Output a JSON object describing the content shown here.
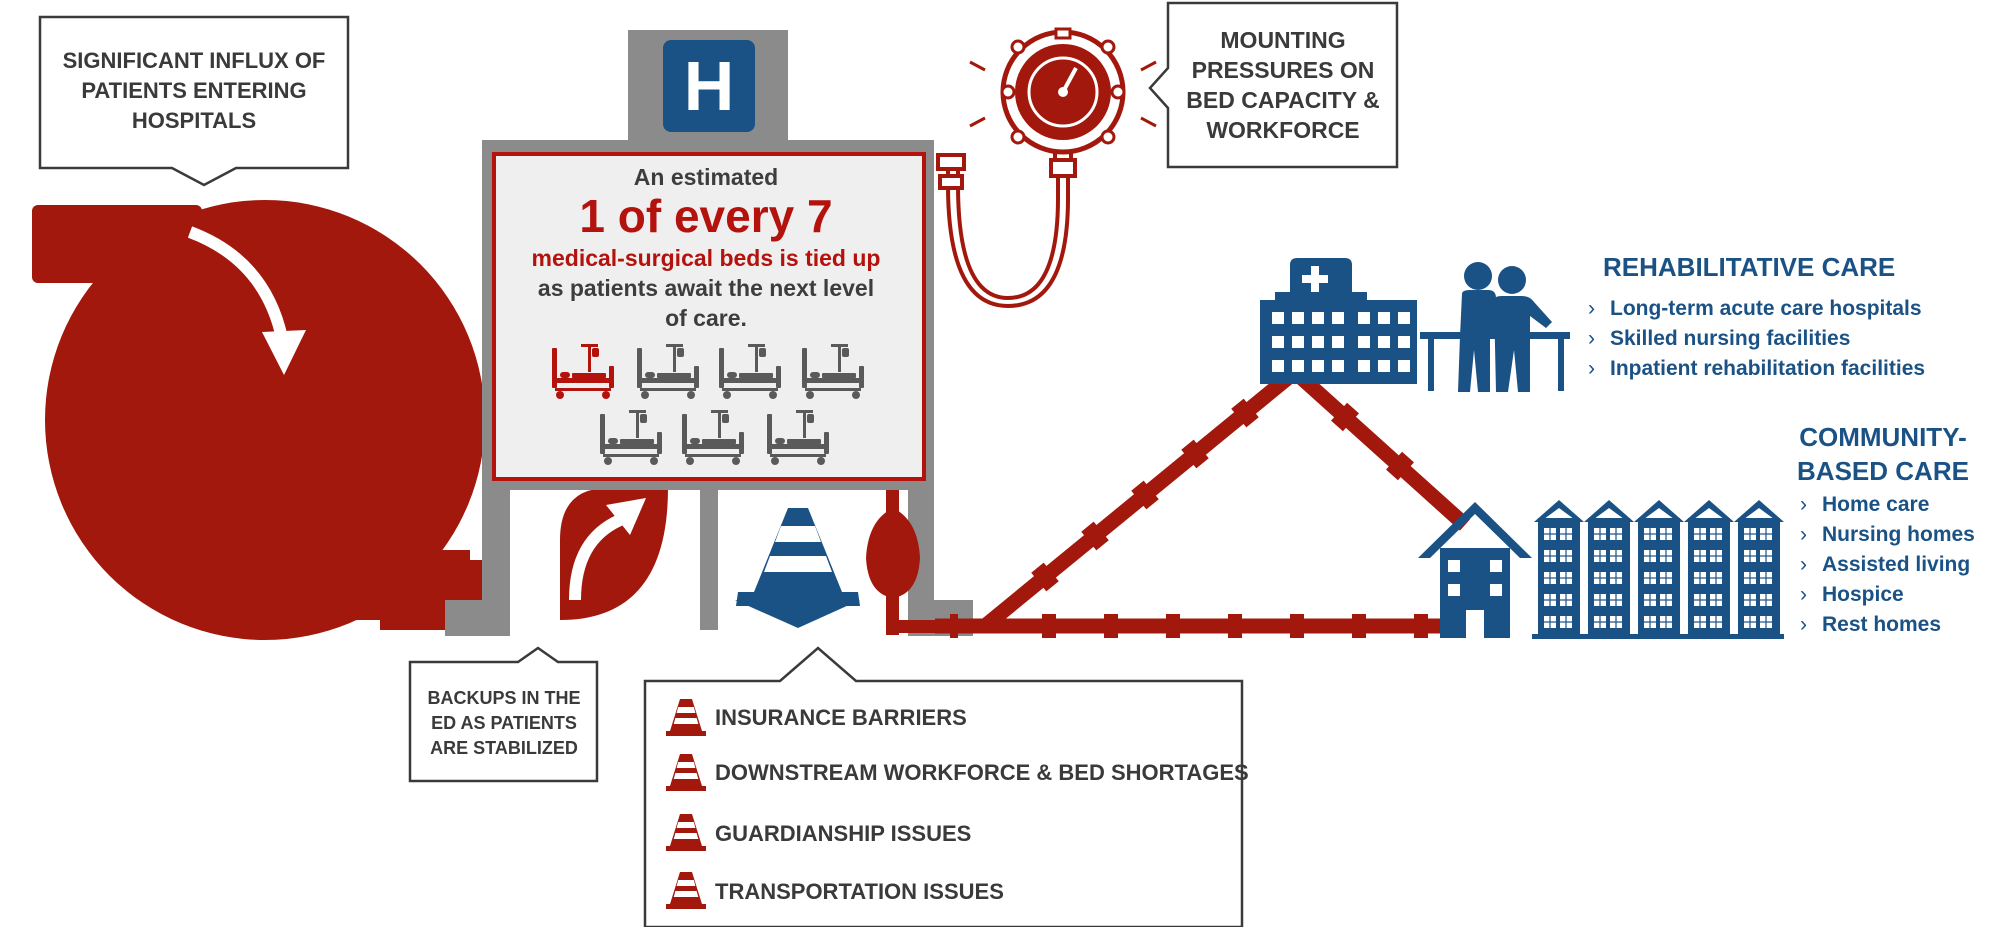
{
  "callouts": {
    "influx": "SIGNIFICANT INFLUX OF PATIENTS ENTERING HOSPITALS",
    "pressures": "MOUNTING PRESSURES ON BED CAPACITY & WORKFORCE",
    "backups": "BACKUPS IN THE ED AS PATIENTS ARE STABILIZED"
  },
  "hospital_sign": {
    "letter": "H",
    "line1": "An estimated",
    "line2": "1 of every 7",
    "line3": "medical-surgical beds is tied up",
    "line4": "as patients await the next level of care."
  },
  "beds": {
    "total": 7,
    "tied_up": 1
  },
  "barriers": [
    "INSURANCE BARRIERS",
    "DOWNSTREAM WORKFORCE & BED SHORTAGES",
    "GUARDIANSHIP ISSUES",
    "TRANSPORTATION ISSUES"
  ],
  "rehabilitative_care": {
    "title": "REHABILITATIVE CARE",
    "items": [
      "Long-term acute care hospitals",
      "Skilled nursing facilities",
      "Inpatient rehabilitation facilities"
    ]
  },
  "community_care": {
    "title_line1": "COMMUNITY-",
    "title_line2": "BASED CARE",
    "items": [
      "Home care",
      "Nursing homes",
      "Assisted living",
      "Hospice",
      "Rest homes"
    ]
  },
  "list_marker": "›",
  "colors": {
    "red": "#a3180d",
    "bright_red": "#b4120d",
    "navy": "#1b5286",
    "gray": "#8b8b8b",
    "dark_text": "#3a3a3a",
    "bed_gray": "#5a5a5a"
  }
}
